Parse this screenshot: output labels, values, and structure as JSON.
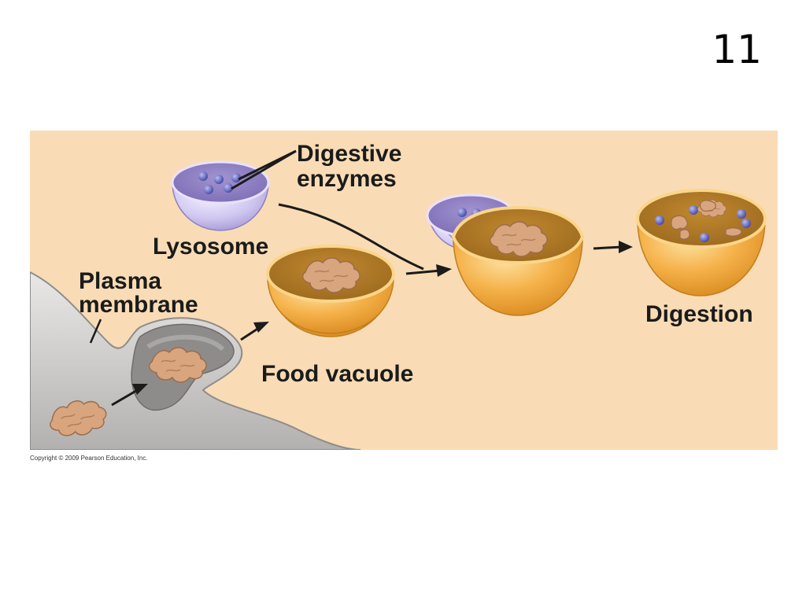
{
  "slide": {
    "number": "11"
  },
  "diagram": {
    "labels": {
      "digestive_enzymes_1": "Digestive",
      "digestive_enzymes_2": "enzymes",
      "lysosome": "Lysosome",
      "plasma_membrane_1": "Plasma",
      "plasma_membrane_2": "membrane",
      "food_vacuole": "Food vacuole",
      "digestion": "Digestion"
    },
    "colors": {
      "background": "#f9dcb5",
      "membrane": "#c4c2c0",
      "vacuole": "#f2a63a",
      "lysosome": "#c3b7e6",
      "enzyme": "#6d6fc2",
      "food": "#d9a57e"
    }
  },
  "footer": {
    "copyright": "Copyright © 2009 Pearson Education, Inc."
  }
}
